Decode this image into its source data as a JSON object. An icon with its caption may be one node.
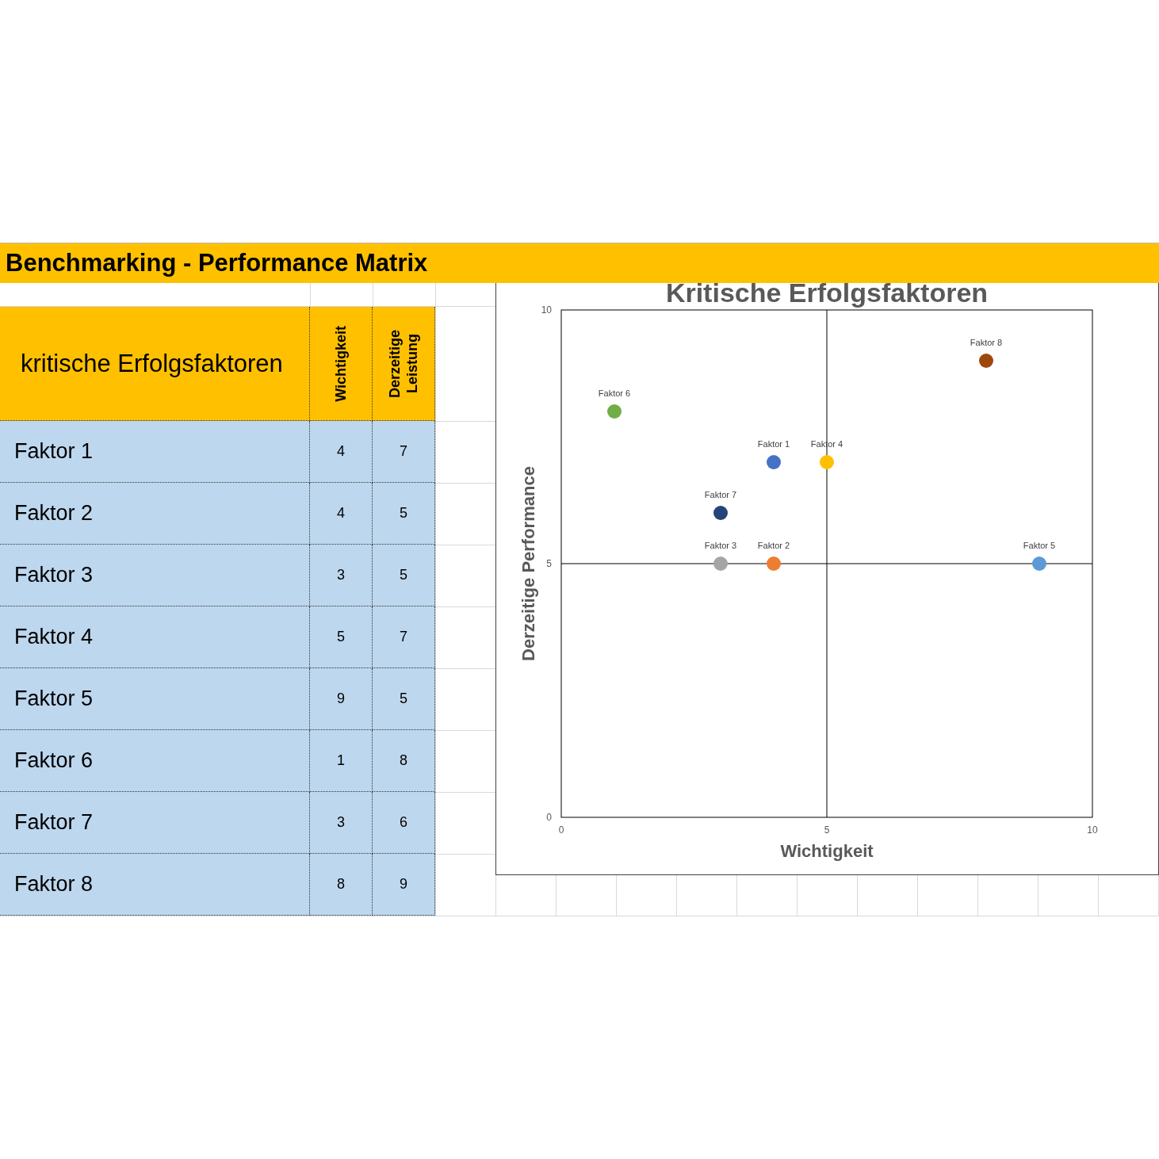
{
  "diagram": {
    "title": "Benchmarking - Performance Matrix",
    "labels": [
      "kritische Erfolgsfaktoren",
      "Wichtigkeit",
      "Derzeitige Leistung",
      "Faktor 1",
      "4",
      "7",
      "Faktor 2",
      "4",
      "5",
      "Faktor 3",
      "3",
      "5",
      "Faktor 4",
      "5",
      "7",
      "Faktor 5",
      "9",
      "5",
      "Faktor 6",
      "1",
      "8",
      "Faktor 7",
      "3",
      "6",
      "Faktor 8",
      "8",
      "9"
    ],
    "chart_data": {
      "type": "scatter",
      "title": "Kritische Erfolgsfaktoren",
      "xlabel": "Wichtigkeit",
      "ylabel": "Derzeitige Performance",
      "xlim": [
        0,
        10
      ],
      "ylim": [
        0,
        10
      ],
      "xticks": [
        0,
        5,
        10
      ],
      "yticks": [
        0,
        5,
        10
      ],
      "x": [
        4,
        4,
        3,
        5,
        9,
        1,
        3,
        8
      ],
      "series": [
        {
          "color": "#4472c4",
          "values": [
            7,
            null,
            null,
            null,
            null,
            null,
            null,
            null
          ],
          "value_labels": [
            "Faktor 1",
            null,
            null,
            null,
            null,
            null,
            null,
            null
          ]
        },
        {
          "color": "#ed7d31",
          "values": [
            null,
            5,
            null,
            null,
            null,
            null,
            null,
            null
          ],
          "value_labels": [
            null,
            "Faktor 2",
            null,
            null,
            null,
            null,
            null,
            null
          ]
        },
        {
          "color": "#a5a5a5",
          "values": [
            null,
            null,
            5,
            null,
            null,
            null,
            null,
            null
          ],
          "value_labels": [
            null,
            null,
            "Faktor 3",
            null,
            null,
            null,
            null,
            null
          ]
        },
        {
          "color": "#ffc000",
          "values": [
            null,
            null,
            null,
            7,
            null,
            null,
            null,
            null
          ],
          "value_labels": [
            null,
            null,
            null,
            "Faktor 4",
            null,
            null,
            null,
            null
          ]
        },
        {
          "color": "#5b9bd5",
          "values": [
            null,
            null,
            null,
            null,
            5,
            null,
            null,
            null
          ],
          "value_labels": [
            null,
            null,
            null,
            null,
            "Faktor 5",
            null,
            null,
            null
          ]
        },
        {
          "color": "#70ad47",
          "values": [
            null,
            null,
            null,
            null,
            null,
            8,
            null,
            null
          ],
          "value_labels": [
            null,
            null,
            null,
            null,
            null,
            "Faktor 6",
            null,
            null
          ]
        },
        {
          "color": "#264478",
          "values": [
            null,
            null,
            null,
            null,
            null,
            null,
            6,
            null
          ],
          "value_labels": [
            null,
            null,
            null,
            null,
            null,
            null,
            "Faktor 7",
            null
          ]
        },
        {
          "color": "#9e480e",
          "values": [
            null,
            null,
            null,
            null,
            null,
            null,
            null,
            9
          ],
          "value_labels": [
            null,
            null,
            null,
            null,
            null,
            null,
            null,
            "Faktor 8"
          ]
        }
      ]
    }
  }
}
